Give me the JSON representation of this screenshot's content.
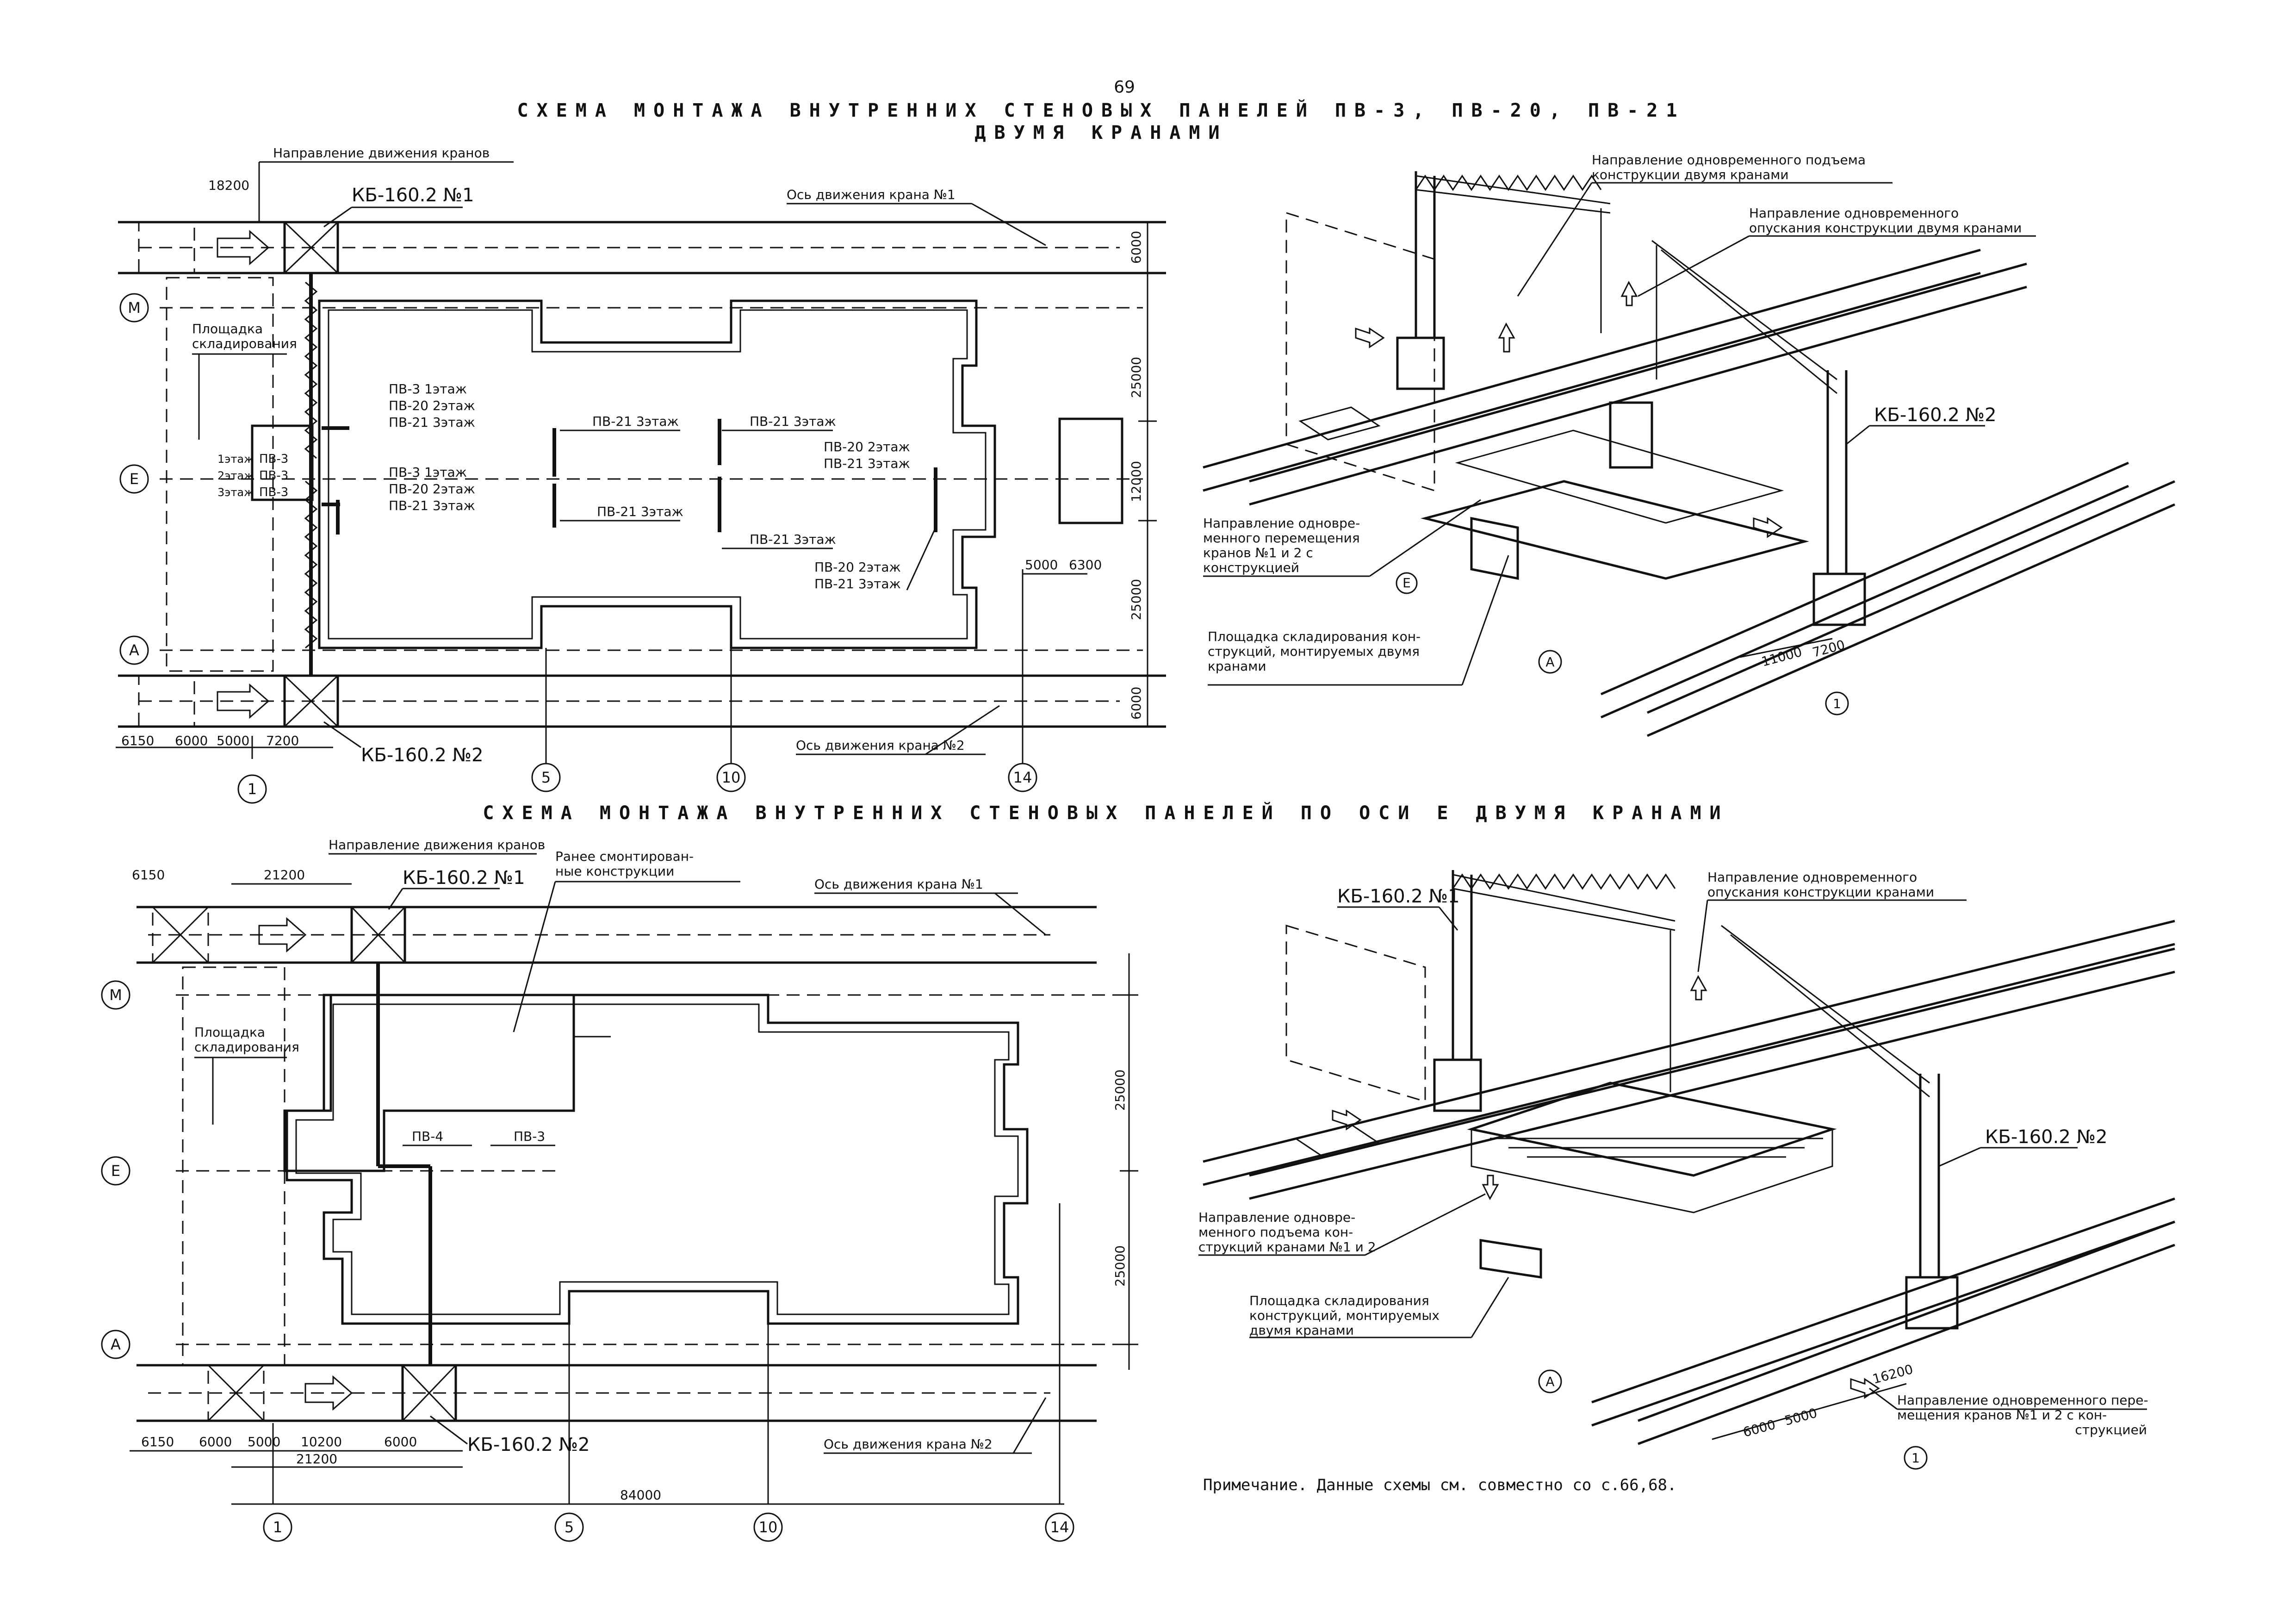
{
  "page_number": "69",
  "top": {
    "title_line1": "СХЕМА МОНТАЖА ВНУТРЕННИХ СТЕНОВЫХ ПАНЕЛЕЙ ПВ-3, ПВ-20, ПВ-21",
    "title_line2": "ДВУМЯ КРАНАМИ",
    "plan": {
      "crane_direction": "Направление движения кранов",
      "dim_18200": "18200",
      "crane1": "КБ-160.2 №1",
      "crane2": "КБ-160.2 №2",
      "axis_crane1": "Ось движения крана №1",
      "axis_crane2": "Ось движения крана №2",
      "storage": "Площадка складирования",
      "axes_rows": [
        "М",
        "Е",
        "А"
      ],
      "axes_cols": [
        "1",
        "5",
        "10",
        "14"
      ],
      "dims_right": [
        "6000",
        "25000",
        "12000",
        "25000",
        "6000"
      ],
      "dims_bottom": [
        "6150",
        "6000",
        "5000",
        "7200"
      ],
      "dims_misc": [
        "5000",
        "6300"
      ],
      "left_stack": [
        "1этаж",
        "2этаж",
        "3этаж"
      ],
      "left_pv": [
        "ПВ-3",
        "ПВ-3",
        "ПВ-3"
      ],
      "grp1": [
        "ПВ-3 1этаж",
        "ПВ-20 2этаж",
        "ПВ-21 3этаж"
      ],
      "grp2": [
        "ПВ-3 1этаж",
        "ПВ-20 2этаж",
        "ПВ-21 3этаж"
      ],
      "pv21_a": "ПВ-21 3этаж",
      "pv21_b": "ПВ-21 3этаж",
      "pv21_c": "ПВ-21 3этаж",
      "grp3": [
        "ПВ-20 2этаж",
        "ПВ-21 3этаж"
      ],
      "pv21_d": "ПВ-21 3этаж",
      "grp4": [
        "ПВ-20 2этаж",
        "ПВ-21 3этаж"
      ]
    },
    "iso": {
      "lift": [
        "Направление одновременного подъема",
        "конструкции двумя кранами"
      ],
      "lower": [
        "Направление одновременного",
        "опускания конструкции двумя кранами"
      ],
      "crane2": "КБ-160.2 №2",
      "move": [
        "Направление одновре-",
        "менного перемещения",
        "кранов №1 и 2   с",
        "конструкцией"
      ],
      "storage": [
        "Площадка складирования кон-",
        "струкций, монтируемых двумя",
        "кранами"
      ],
      "dims": [
        "11000",
        "7200"
      ],
      "axis_a": "А",
      "axis_1": "1",
      "axis_e": "Е"
    }
  },
  "bottom": {
    "title": "СХЕМА МОНТАЖА ВНУТРЕННИХ СТЕНОВЫХ ПАНЕЛЕЙ ПО ОСИ Е ДВУМЯ КРАНАМИ",
    "plan": {
      "dim_6150": "6150",
      "crane_direction": "Направление движения кранов",
      "dim_21200": "21200",
      "crane1": "КБ-160.2 №1",
      "crane2": "КБ-160.2 №2",
      "earlier": [
        "Ранее смонтирован-",
        "ные конструкции"
      ],
      "axis_crane1": "Ось движения крана №1",
      "axis_crane2": "Ось движения крана №2",
      "storage": [
        "Площадка",
        "складирования"
      ],
      "pv4": "ПВ-4",
      "pv3": "ПВ-3",
      "axes_rows": [
        "М",
        "Е",
        "А"
      ],
      "axes_cols": [
        "1",
        "5",
        "10",
        "14"
      ],
      "dims_right": [
        "25000",
        "25000"
      ],
      "dims_bottom": [
        "6150",
        "6000",
        "5000",
        "10200",
        "6000"
      ],
      "dim_21200_b": "21200",
      "dim_84000": "84000"
    },
    "iso": {
      "crane1": "КБ-160.2 №1",
      "crane2": "КБ-160.2 №2",
      "lower": [
        "Направление одновременного",
        "опускания конструкции кранами"
      ],
      "lift": [
        "Направление одновре-",
        "менного подъема кон-",
        "струкций кранами №1 и 2"
      ],
      "storage": [
        "Площадка складирования",
        "конструкций, монтируемых",
        "двумя кранами"
      ],
      "move": [
        "Направление одновременного пере-",
        "мещения кранов №1 и 2   с кон-",
        "струкцией"
      ],
      "dims": [
        "6000",
        "5000",
        "16200"
      ],
      "axis_a": "А",
      "axis_1": "1"
    },
    "note": "Примечание. Данные схемы см. совместно со с.66,68."
  }
}
